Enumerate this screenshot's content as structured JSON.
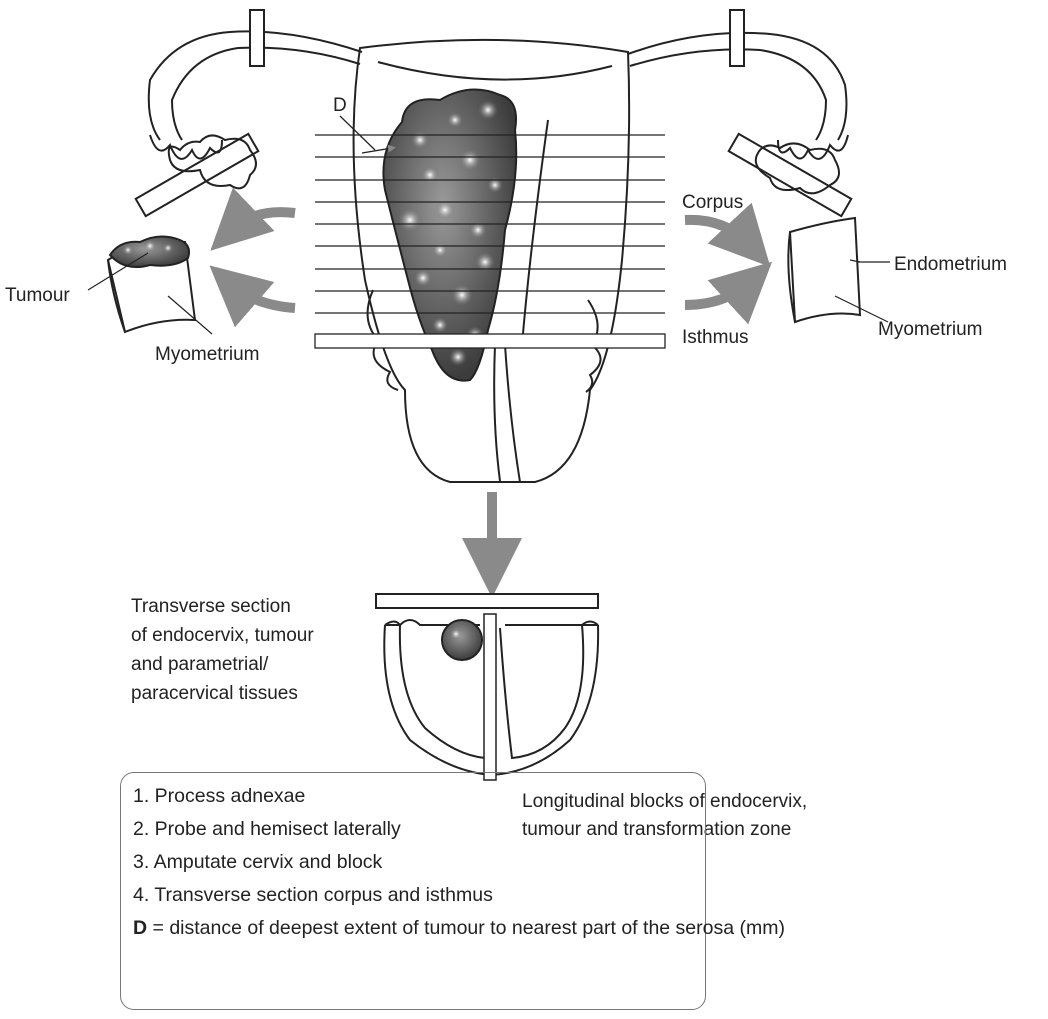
{
  "labels": {
    "d_marker": "D",
    "tumour": "Tumour",
    "myometrium_left": "Myometrium",
    "corpus": "Corpus",
    "isthmus": "Isthmus",
    "endometrium": "Endometrium",
    "myometrium_right": "Myometrium",
    "transverse_section": [
      "Transverse section",
      "of endocervix, tumour",
      "and parametrial/",
      "paracervical tissues"
    ],
    "longitudinal_blocks": [
      "Longitudinal blocks of endocervix,",
      "tumour and transformation zone"
    ]
  },
  "legend": {
    "steps": [
      "1. Process adnexae",
      "2. Probe and hemisect laterally",
      "3. Amputate cervix and block",
      "4. Transverse section corpus and isthmus"
    ],
    "d_key": "D",
    "d_definition": " = distance of deepest extent of tumour to nearest part of the serosa (mm)"
  },
  "colors": {
    "stroke": "#222222",
    "arrow": "#8a8a8a",
    "tumour_fill": "#555555",
    "background": "#ffffff"
  }
}
